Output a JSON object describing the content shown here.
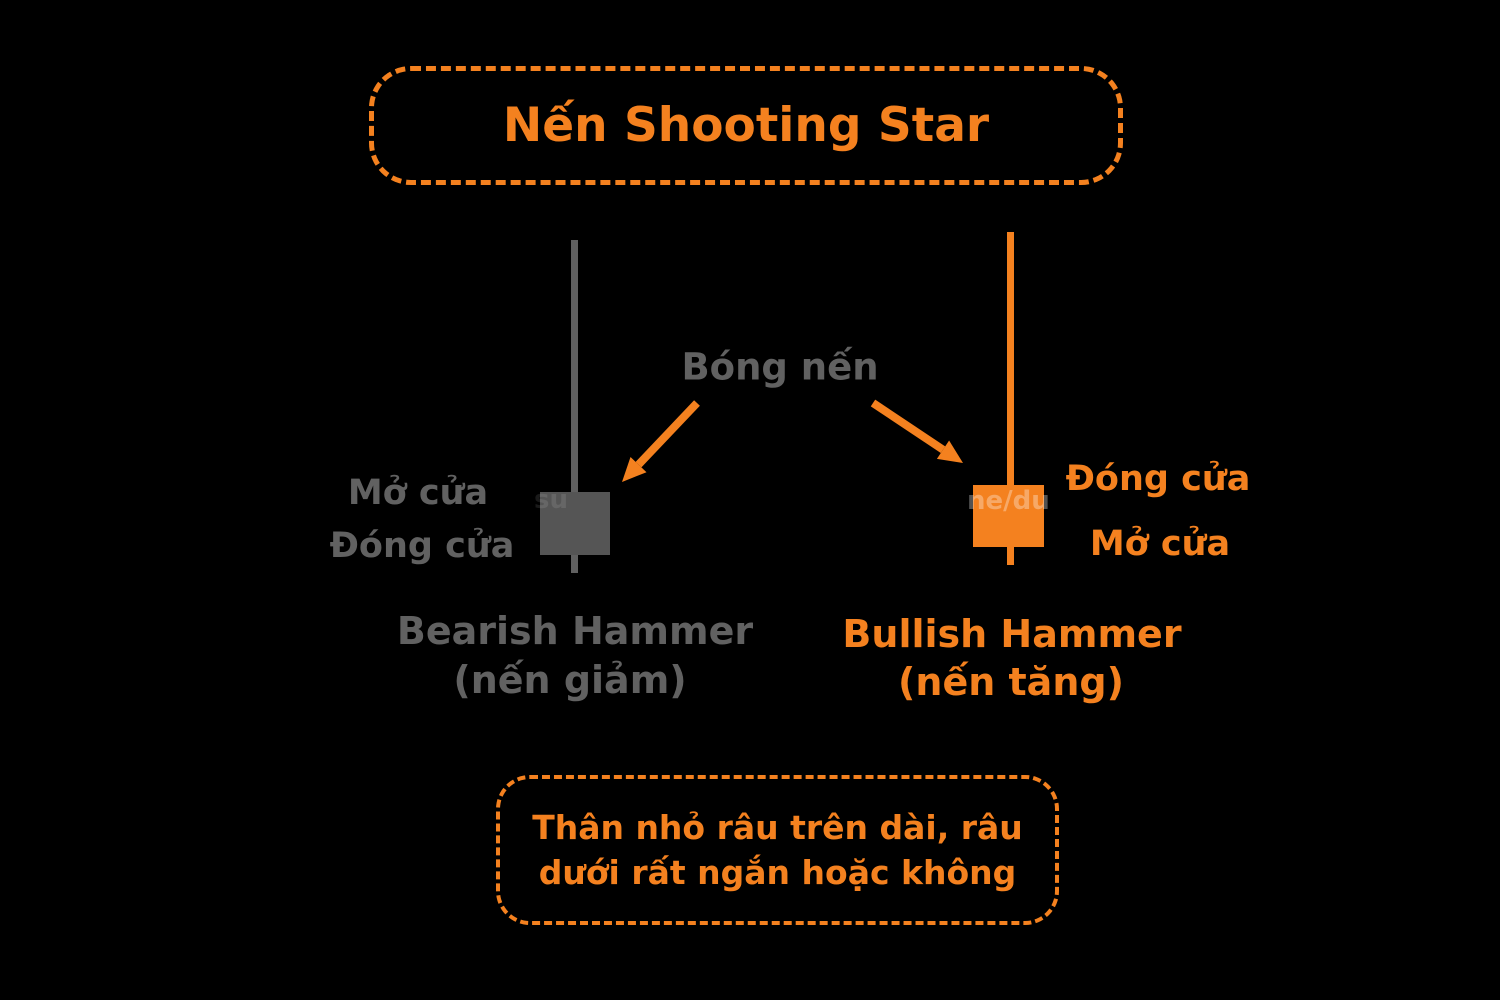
{
  "title": {
    "label": "Nến Shooting Star"
  },
  "shadow_pointer": {
    "label": "Bóng nến"
  },
  "bearish_candle": {
    "open_label": "Mở cửa",
    "close_label": "Đóng cửa",
    "name": "Bearish Hammer",
    "subtitle": "(nến giảm)",
    "watermark_fragment": "su"
  },
  "bullish_candle": {
    "close_label": "Đóng cửa",
    "open_label": "Mở cửa",
    "name": "Bullish Hammer",
    "subtitle": "(nến tăng)",
    "watermark_fragment": "ne/du"
  },
  "note": {
    "line1": "Thân nhỏ râu trên dài, râu",
    "line2": "dưới rất ngắn hoặc không"
  },
  "colors": {
    "orange": "#F4811F",
    "gray_text": "#616161",
    "gray_body": "#555555",
    "gray_wick": "#606060",
    "background": "#000000"
  }
}
